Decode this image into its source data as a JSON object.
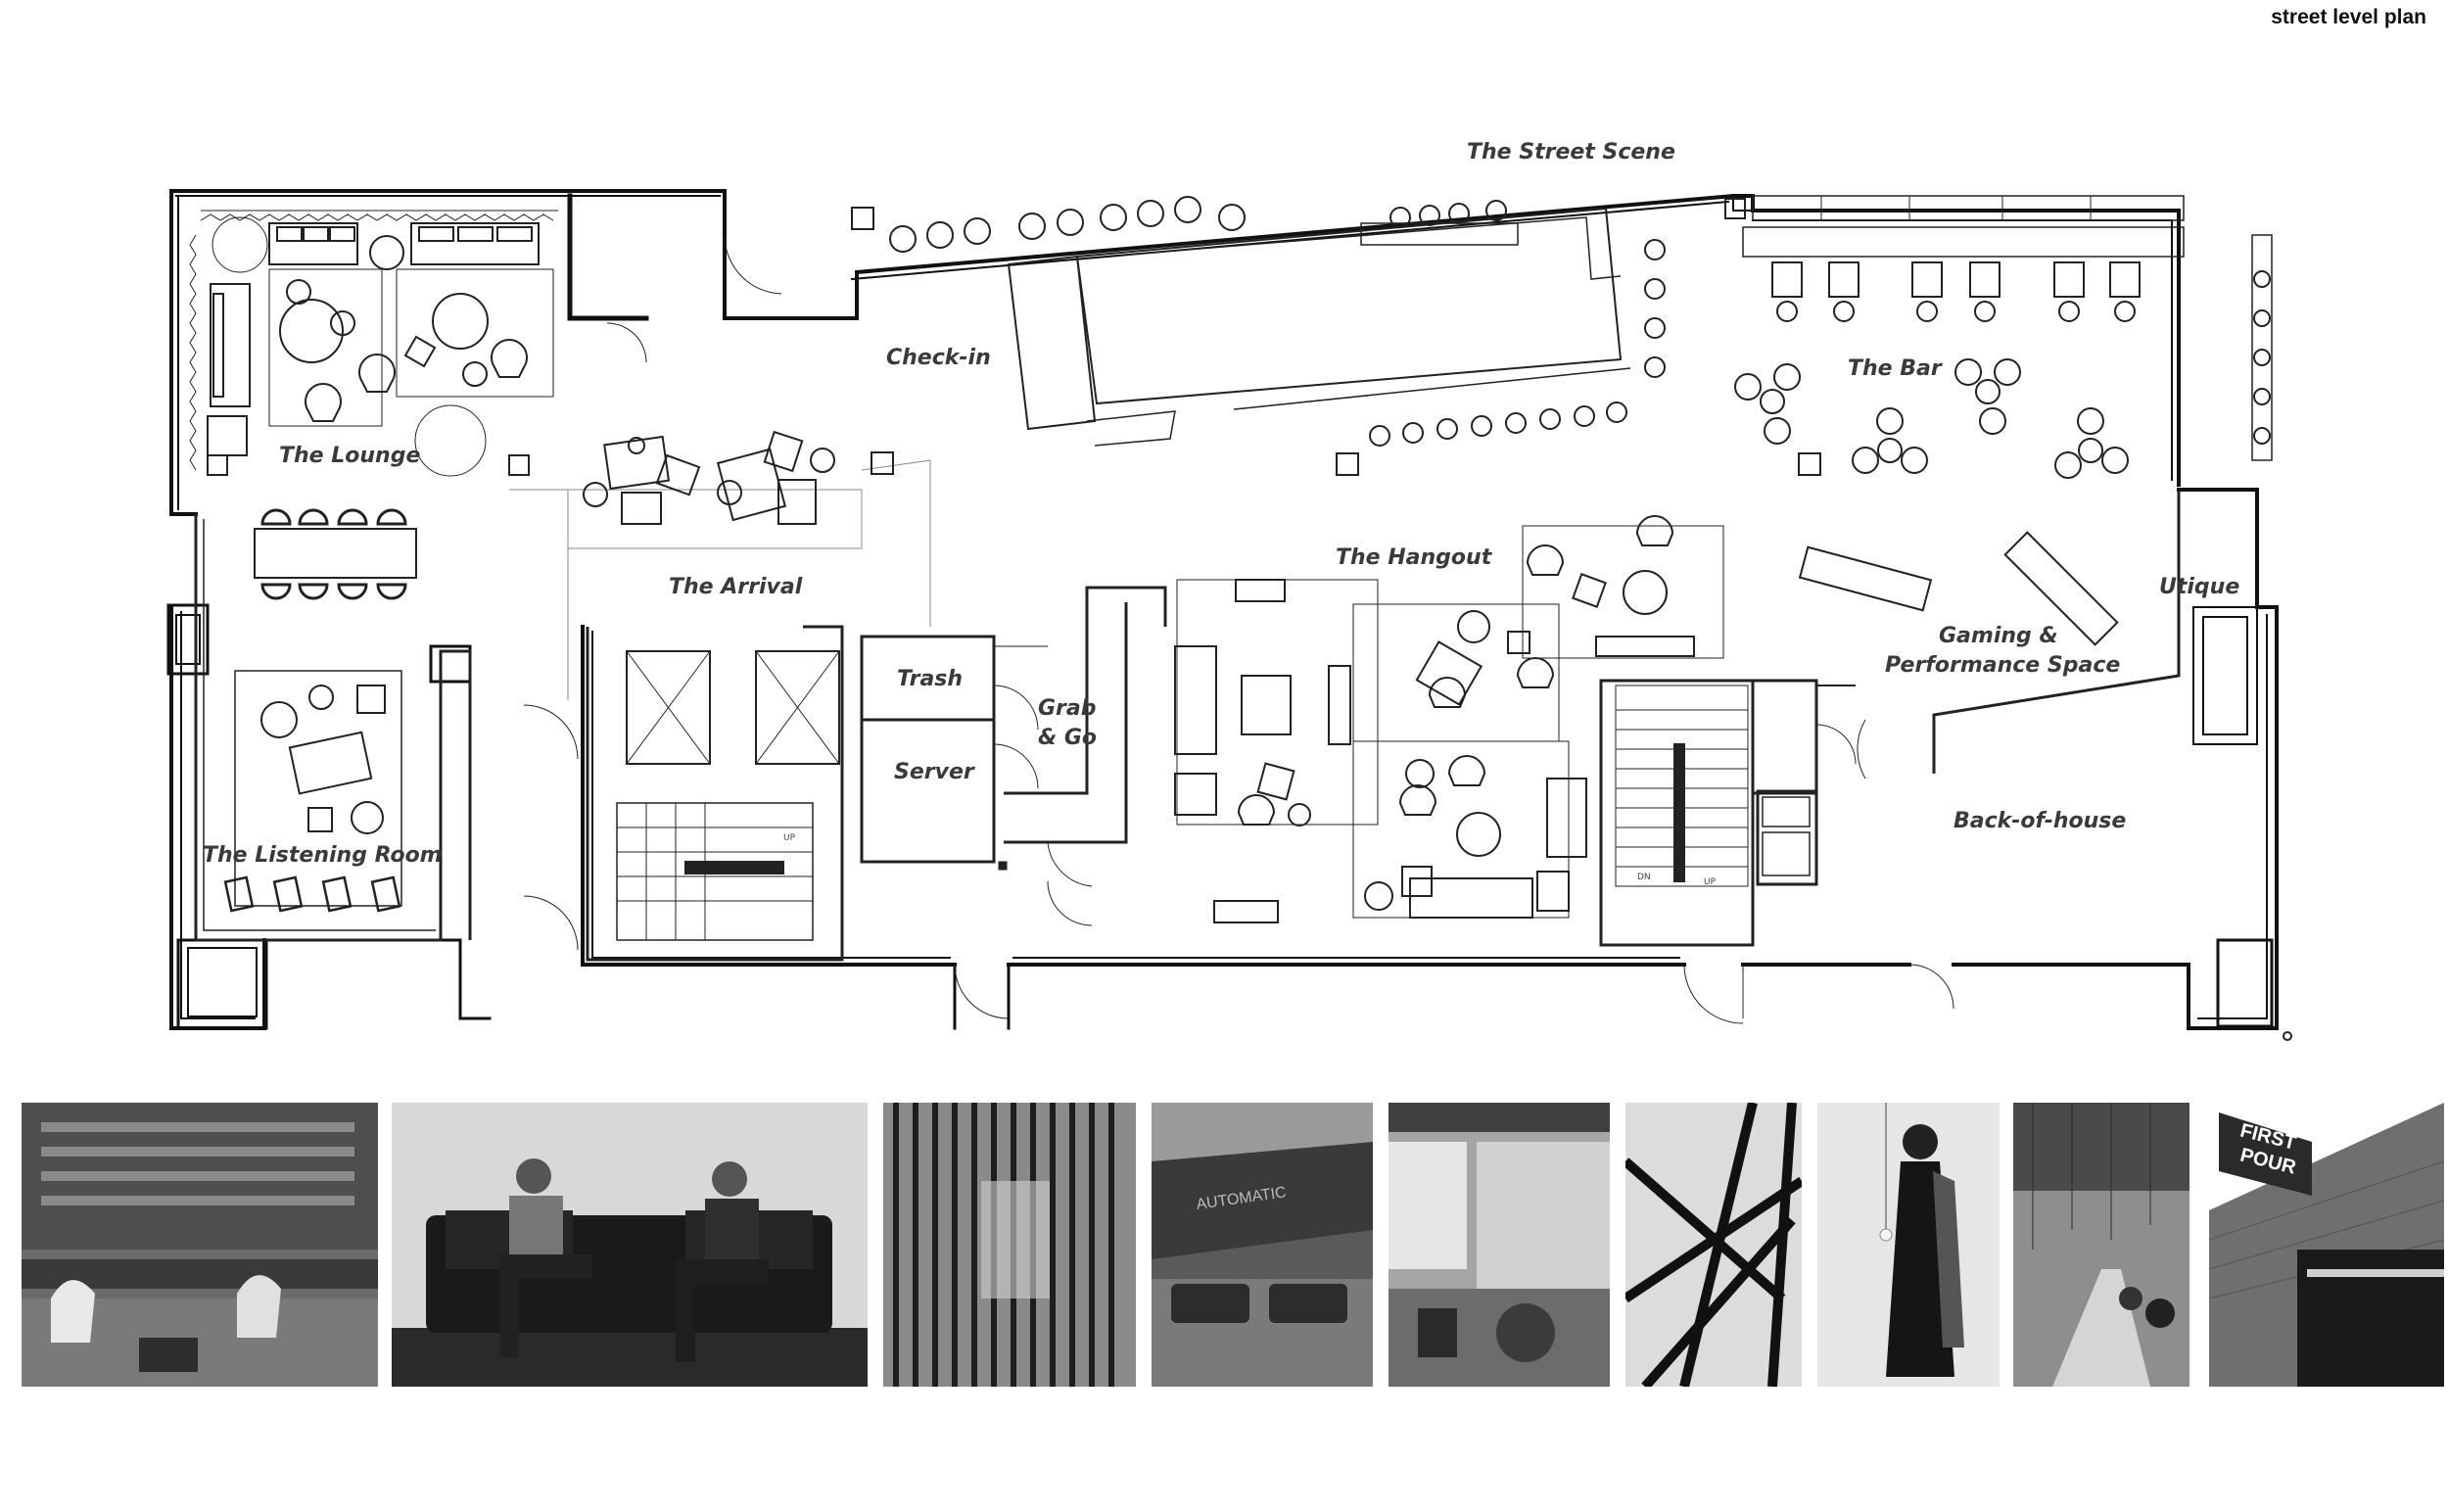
{
  "header": {
    "title": "street level plan"
  },
  "rooms": {
    "street_scene": "The Street Scene",
    "check_in": "Check-in",
    "bar": "The Bar",
    "lounge": "The Lounge",
    "arrival": "The Arrival",
    "hangout": "The  Hangout",
    "utique": "Utique",
    "gaming_line1": "Gaming &",
    "gaming_line2": "Performance Space",
    "trash": "Trash",
    "grab_line1": "Grab",
    "grab_line2": "& Go",
    "server": "Server",
    "back_of_house": "Back-of-house",
    "listening_room": "The Listening Room"
  },
  "stair_marks": {
    "up": "UP",
    "dn": "DN"
  },
  "photos": {
    "count": 9,
    "sign_line1": "FIRST",
    "sign_line2": "POUR",
    "restaurant_sign": "AUTOMATIC"
  }
}
